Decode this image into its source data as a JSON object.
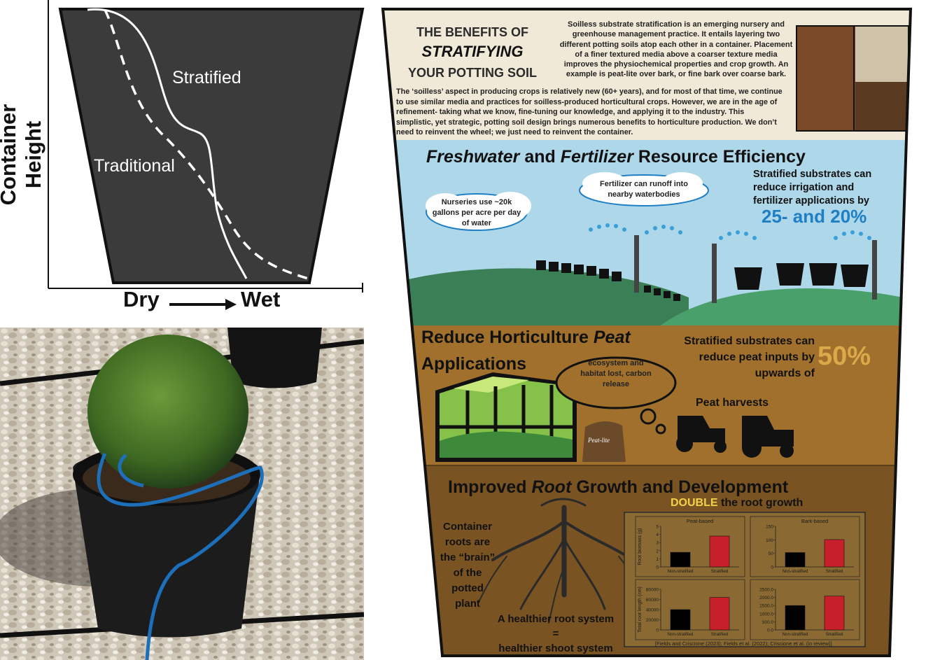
{
  "moisture_diagram": {
    "ylabel": "Container Height",
    "xlabel_left": "Dry",
    "xlabel_right": "Wet",
    "curve_labels": {
      "stratified": "Stratified",
      "traditional": "Traditional"
    }
  },
  "infographic": {
    "header": {
      "title_line1": "THE BENEFITS OF",
      "title_line2": "STRATIFYING",
      "title_line3": "YOUR POTTING SOIL",
      "intro_lines": [
        "Soilless substrate stratification is an emerging nursery and",
        "greenhouse management practice. It entails layering two",
        "different potting soils atop each other in a container. Placement",
        "of a finer textured media above a coarser texture media",
        "improves the physiochemical properties and crop growth. An",
        "example is peat-lite over bark, or fine bark over coarse bark."
      ],
      "body_lines": [
        "The ‘soilless’ aspect in producing crops is relatively new (60+ years), and for most of that time, we continue",
        "to use similar media and practices for soilless-produced horticultural crops. However, we are in the age of",
        "refinement- taking what we know, fine-tuning our knowledge, and applying it to the industry. This",
        "simplistic, yet strategic, potting soil design brings numerous benefits to horticulture production.  We don’t",
        "need to reinvent the wheel; we just need to reinvent the container."
      ]
    },
    "water_section": {
      "heading_italic1": "Freshwater",
      "heading_mid": " and ",
      "heading_italic2": "Fertilizer",
      "heading_end": " Resource Efficiency",
      "cloud1_lines": [
        "Nurseries use ~20k",
        "gallons per acre per day",
        "of water"
      ],
      "cloud2_lines": [
        "Fertilizer can runoff into",
        "nearby waterbodies"
      ],
      "stat_lines": [
        "Stratified  substrates  can",
        "reduce   irrigation   and",
        "fertilizer applications by"
      ],
      "stat_value": "25- and 20%"
    },
    "peat_section": {
      "heading_line1_a": "Reduce Horticulture ",
      "heading_line1_b": "Peat",
      "heading_line2": "Applications",
      "cloud_lines": [
        "ecosystem and",
        "habitat lost, carbon",
        "release"
      ],
      "stat_lines": [
        "Stratified substrates can",
        "reduce peat inputs by",
        "upwards of"
      ],
      "stat_value": "50%",
      "harvest_label": "Peat harvests",
      "bag_label": "Peat-lite"
    },
    "root_section": {
      "heading_a": "Improved ",
      "heading_b": "Root",
      "heading_c": " Growth and Development",
      "double_a": "DOUBLE",
      "double_b": " the root growth",
      "brain_lines": [
        "Container",
        "roots are",
        "the “brain”",
        "of the",
        "potted",
        "plant"
      ],
      "healthier_lines": [
        "A healthier root system",
        "=",
        "healthier shoot system"
      ],
      "citation": "[Fields and Criscione (2023); Fields et al. (2022); Criscione et al. (in review)]"
    },
    "colors": {
      "sky": "#aed8ea",
      "soil": "#a0702c",
      "root_bg": "#7a5322",
      "hill": "#3a7f55",
      "cream": "#f1e9d8",
      "stat_blue": "#1f7fc4",
      "gold": "#d9a94a",
      "bar_red": "#c8202a",
      "bar_black": "#000000"
    }
  },
  "chart_data": [
    {
      "type": "bar",
      "title": "Peat-based",
      "ylabel": "Root biomass (g)",
      "categories": [
        "Non-stratified",
        "Stratified"
      ],
      "values": [
        1.8,
        3.8
      ],
      "ylim": [
        0,
        5
      ],
      "yticks": [
        "0",
        "1",
        "2",
        "3",
        "4",
        "5"
      ]
    },
    {
      "type": "bar",
      "title": "Bark-based",
      "ylabel": "",
      "categories": [
        "Non-stratified",
        "Stratified"
      ],
      "values": [
        53,
        101
      ],
      "ylim": [
        0,
        150
      ],
      "yticks": [
        "0",
        "50",
        "100",
        "150"
      ]
    },
    {
      "type": "bar",
      "title": "",
      "ylabel": "Total root length (cm)",
      "categories": [
        "Non-stratified",
        "Stratified"
      ],
      "values": [
        40000,
        64000
      ],
      "ylim": [
        0,
        80000
      ],
      "yticks": [
        "0",
        "20000",
        "40000",
        "60000",
        "80000"
      ]
    },
    {
      "type": "bar",
      "title": "",
      "ylabel": "",
      "categories": [
        "Non-stratified",
        "Stratified"
      ],
      "values": [
        1500,
        2080
      ],
      "ylim": [
        0,
        2500
      ],
      "yticks": [
        "0.0",
        "500.0",
        "1000.0",
        "1500.0",
        "2000.0",
        "2500.0"
      ]
    }
  ]
}
